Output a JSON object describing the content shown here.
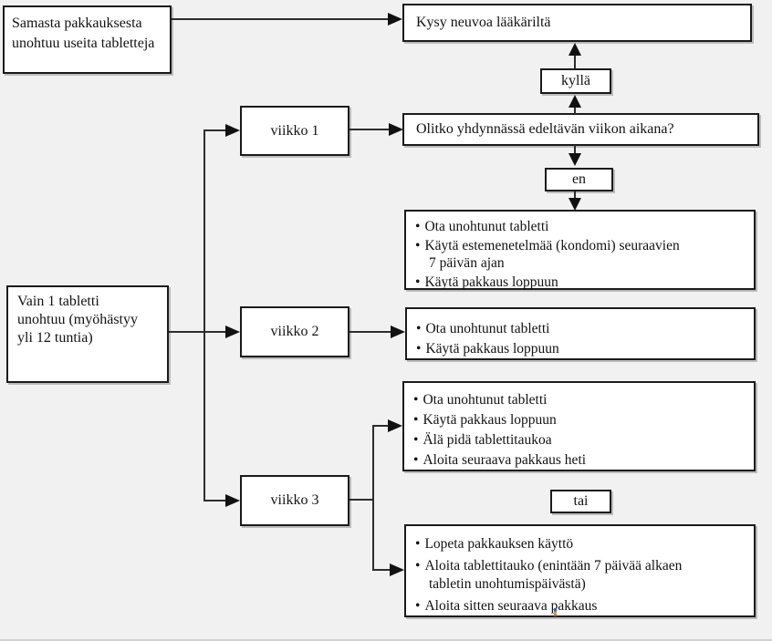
{
  "colors": {
    "background": "#f1f1f2",
    "box_fill": "#ffffff",
    "box_border": "#1b1b1b",
    "line": "#2d2d2d",
    "text": "#121212"
  },
  "nodes": {
    "multiple_forgotten": {
      "text": "Samasta pakkauksesta\nunohtuu useita tabletteja"
    },
    "ask_doctor": {
      "text": "Kysy neuvoa lääkäriltä"
    },
    "yes_label": {
      "text": "kyllä"
    },
    "week1": {
      "text": "viikko 1"
    },
    "intercourse_question": {
      "text": "Olitko yhdynnässä edeltävän viikon aikana?"
    },
    "no_label": {
      "text": "en"
    },
    "week1_actions": {
      "items": [
        "Ota unohtunut tabletti",
        "Käytä estemenetelmää (kondomi) seuraavien\n7 päivän ajan",
        "Käytä pakkaus loppuun"
      ]
    },
    "one_forgotten": {
      "text": "Vain 1 tabletti\nunohtuu (myöhästyy\nyli 12 tuntia)"
    },
    "week2": {
      "text": "viikko 2"
    },
    "week2_actions": {
      "items": [
        "Ota unohtunut tabletti",
        "Käytä pakkaus loppuun"
      ]
    },
    "week3": {
      "text": "viikko 3"
    },
    "week3_option1_actions": {
      "items": [
        "Ota unohtunut tabletti",
        "Käytä pakkaus loppuun",
        "Älä pidä tablettitaukoa",
        "Aloita seuraava pakkaus heti"
      ]
    },
    "or_label": {
      "text": "tai"
    },
    "week3_option2_actions": {
      "items": [
        "Lopeta pakkauksen käyttö",
        "Aloita tablettitauko (enintään 7 päivää alkaen\ntabletin unohtumispäivästä)",
        "Aloita sitten seuraava pakkaus"
      ]
    }
  }
}
